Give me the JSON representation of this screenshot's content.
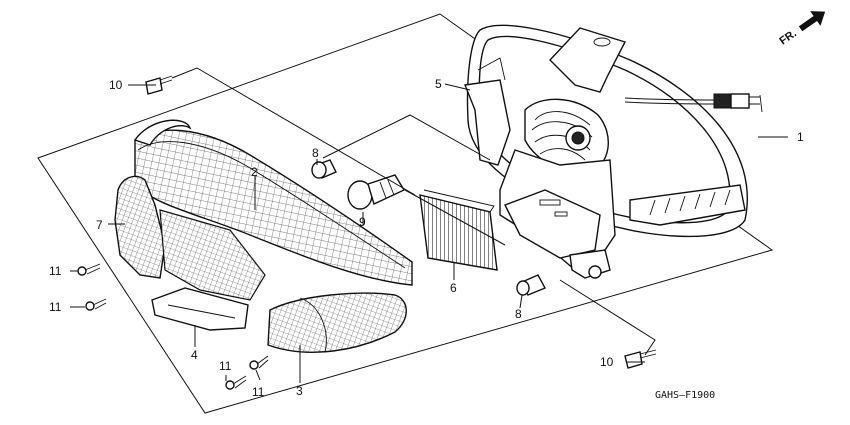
{
  "diagram": {
    "direction_label": "FR.",
    "code": "GAHS–F1900",
    "callouts": {
      "c1": "1",
      "c2": "2",
      "c3": "3",
      "c4": "4",
      "c5": "5",
      "c6": "6",
      "c7": "7",
      "c8a": "8",
      "c8b": "8",
      "c9": "9",
      "c10a": "10",
      "c10b": "10",
      "c11a": "11",
      "c11b": "11",
      "c11c": "11",
      "c11d": "11"
    }
  }
}
